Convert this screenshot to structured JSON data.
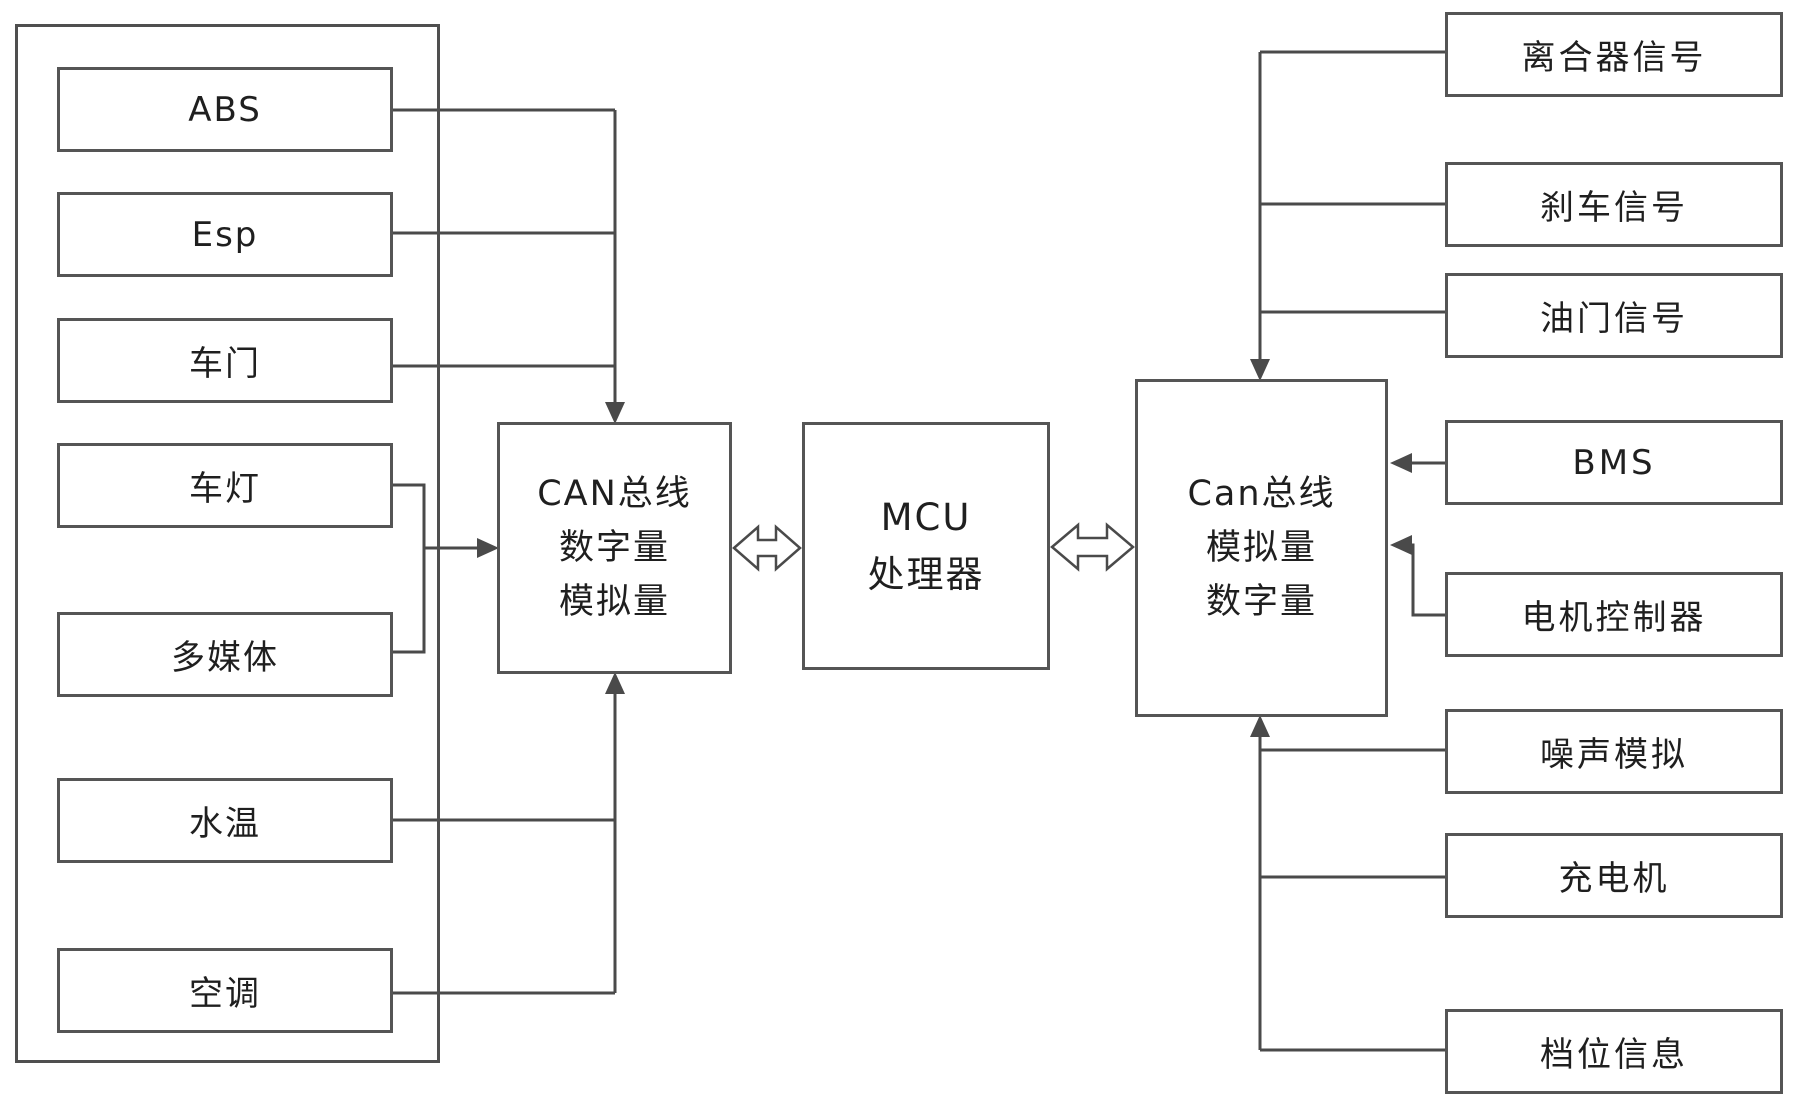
{
  "diagram": {
    "title": "CAN bus MCU signal simulation block diagram",
    "left_panel": {
      "boxes": [
        {
          "label": "ABS"
        },
        {
          "label": "Esp"
        },
        {
          "label": "车门"
        },
        {
          "label": "车灯"
        },
        {
          "label": "多媒体"
        },
        {
          "label": "水温"
        },
        {
          "label": "空调"
        }
      ]
    },
    "center": {
      "can_digital": {
        "label": "CAN总线\n数字量\n模拟量"
      },
      "mcu": {
        "label": "MCU\n处理器"
      },
      "can_analog": {
        "label": "Can总线\n模拟量\n数字量"
      }
    },
    "right_panel": {
      "boxes": [
        {
          "label": "离合器信号"
        },
        {
          "label": "刹车信号"
        },
        {
          "label": "油门信号"
        },
        {
          "label": "BMS"
        },
        {
          "label": "电机控制器"
        },
        {
          "label": "噪声模拟"
        },
        {
          "label": "充电机"
        },
        {
          "label": "档位信息"
        }
      ]
    },
    "colors": {
      "line": "#4a4a4a",
      "box_border": "#555555",
      "text": "#1f1f1f",
      "background": "#ffffff"
    }
  }
}
